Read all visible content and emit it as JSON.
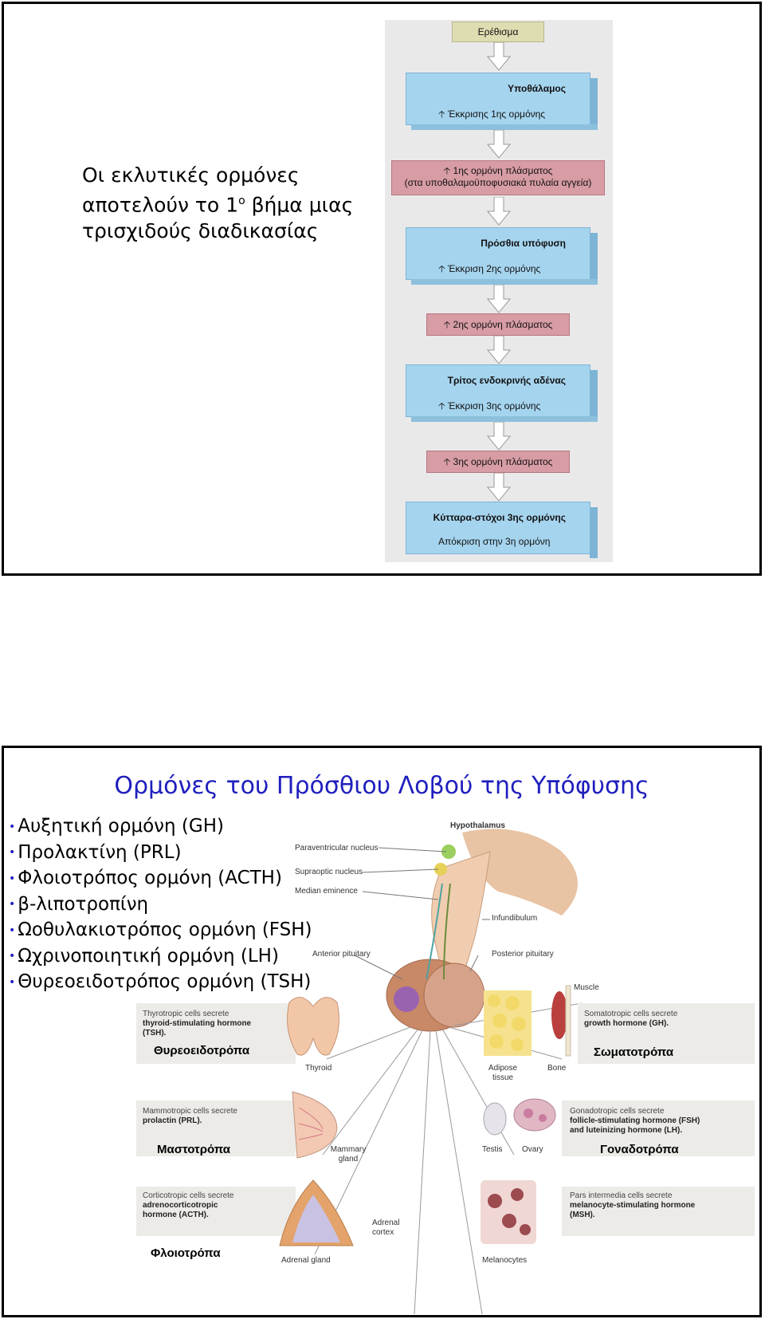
{
  "slide1": {
    "text_line1": "Οι εκλυτικές ορμόνες",
    "text_line2_pre": "αποτελούν το 1",
    "text_line2_sup": "ο",
    "text_line2_post": " βήμα μιας",
    "text_line3": "τρισχιδούς διαδικασίας",
    "flow": {
      "stimulus": "Ερέθισμα",
      "box1_title": "Υποθάλαμος",
      "box1_sub": "Έκκρισης 1ης ορμόνης",
      "pink1_line1": "1ης ορμόνη πλάσματος",
      "pink1_line2": "(στα υποθαλαμοϋποφυσιακά πυλαία αγγεία)",
      "box2_title": "Πρόσθια υπόφυση",
      "box2_sub": "Έκκριση 2ης ορμόνης",
      "pink2": "2ης ορμόνη πλάσματος",
      "box3_title": "Τρίτος ενδοκρινής αδένας",
      "box3_sub": "Έκκριση 3ης ορμόνης",
      "pink3": "3ης ορμόνη πλάσματος",
      "box4_title": "Κύτταρα-στόχοι 3ης ορμόνης",
      "box4_sub": "Απόκριση στην 3η ορμόνη",
      "up_arrow": "up-arrow-icon"
    }
  },
  "slide2": {
    "title": "Ορμόνες του Πρόσθιου Λοβού της Υπόφυσης",
    "hormones": [
      "Αυξητική ορμόνη (GH)",
      "Προλακτίνη (PRL)",
      "Φλοιοτρόπος ορμόνη (ACTH)",
      "β-λιποτροπίνη",
      "Ωοθυλακιοτρόπος ορμόνη (FSH)",
      "Ωχρινοποιητική ορμόνη (LH)",
      "Θυρεοειδοτρόπος ορμόνη (TSH)"
    ],
    "figure": {
      "hypothalamus": "Hypothalamus",
      "paraventricular": "Paraventricular nucleus",
      "supraoptic": "Supraoptic nucleus",
      "median": "Median eminence",
      "infundibulum": "Infundibulum",
      "anterior": "Anterior pituitary",
      "posterior": "Posterior pituitary",
      "muscle": "Muscle",
      "thyroid": "Thyroid",
      "adipose": "Adipose tissue",
      "bone": "Bone",
      "mammary": "Mammary gland",
      "testis": "Testis",
      "ovary": "Ovary",
      "adrenal_gland": "Adrenal gland",
      "adrenal_cortex": "Adrenal cortex",
      "melanocytes": "Melanocytes",
      "thyro_text_1": "Thyrotropic cells secrete",
      "thyro_text_2": "thyroid-stimulating hormone",
      "thyro_text_3": "(TSH).",
      "somato_text_1": "Somatotropic cells secrete",
      "somato_text_2": "growth hormone (GH).",
      "mammo_text_1": "Mammotropic cells secrete",
      "mammo_text_2": "prolactin (PRL).",
      "gonado_text_1": "Gonadotropic cells secrete",
      "gonado_text_2": "follicle-stimulating hormone (FSH)",
      "gonado_text_3": "and luteinizing hormone (LH).",
      "cortico_text_1": "Corticotropic cells secrete",
      "cortico_text_2": "adrenocorticotropic",
      "cortico_text_3": "hormone (ACTH).",
      "pars_text_1": "Pars intermedia cells secrete",
      "pars_text_2": "melanocyte-stimulating hormone",
      "pars_text_3": "(MSH).",
      "greek_thyro": "Θυρεοειδοτρόπα",
      "greek_somato": "Σωματοτρόπα",
      "greek_masto": "Μαστοτρόπα",
      "greek_gonado": "Γοναδοτρόπα",
      "greek_floio": "Φλοιοτρόπα"
    }
  }
}
